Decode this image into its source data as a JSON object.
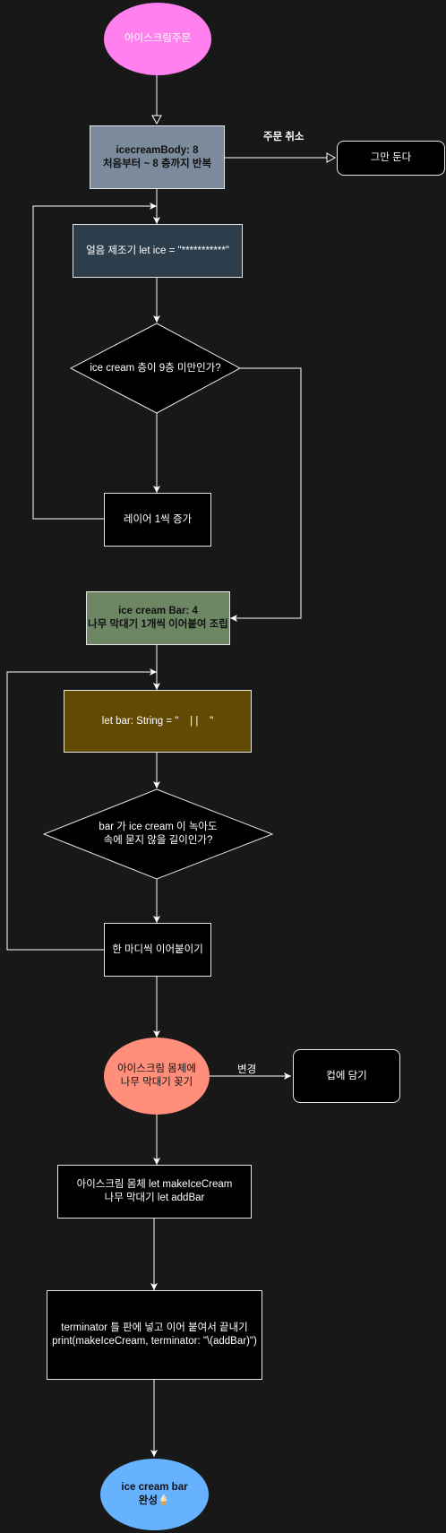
{
  "nodes": {
    "start": "아이스크림주문",
    "body_loop": "icecreamBody: 8\n처음부터 ~ 8 층까지 반복",
    "stop": "그만 둔다",
    "ice_maker": "얼음 제조기 let ice = \"***********\"",
    "layer_check": "ice cream 층이 9층 미만인가?",
    "layer_increase": "레이어 1씩 증가",
    "bar_loop": "ice cream Bar: 4\n나무 막대기 1개씩 이어붙여 조립",
    "bar_string": "let bar: String = \"    | |    \"",
    "bar_check": "bar 가 ice cream 이 녹아도\n속에 묻지 않을 길이인가?",
    "bar_append": "한 마디씩 이어붙이기",
    "insert_stick": "아이스크림 몸체에\n나무 막대기 꽂기",
    "cup": "컵에 담기",
    "vars": "아이스크림 몸체 let makeIceCream\n나무 막대기 let addBar",
    "terminator": "terminator 틀 판에 넣고 이어 붙여서 끝내기\nprint(makeIceCream, terminator: \"\\(addBar)\")",
    "end": "ice cream bar\n완성🍦"
  },
  "edge_labels": {
    "cancel": "주문 취소",
    "change": "변경"
  },
  "colors": {
    "background": "#181818",
    "start_fill": "#ff80ee",
    "body_loop_fill": "#7b8b9c",
    "ice_maker_fill": "#2c3e4c",
    "bar_loop_fill": "#6d8764",
    "bar_string_fill": "#634a04",
    "insert_fill": "#ff8f7a",
    "end_fill": "#66b2ff",
    "line": "#ffffff"
  }
}
